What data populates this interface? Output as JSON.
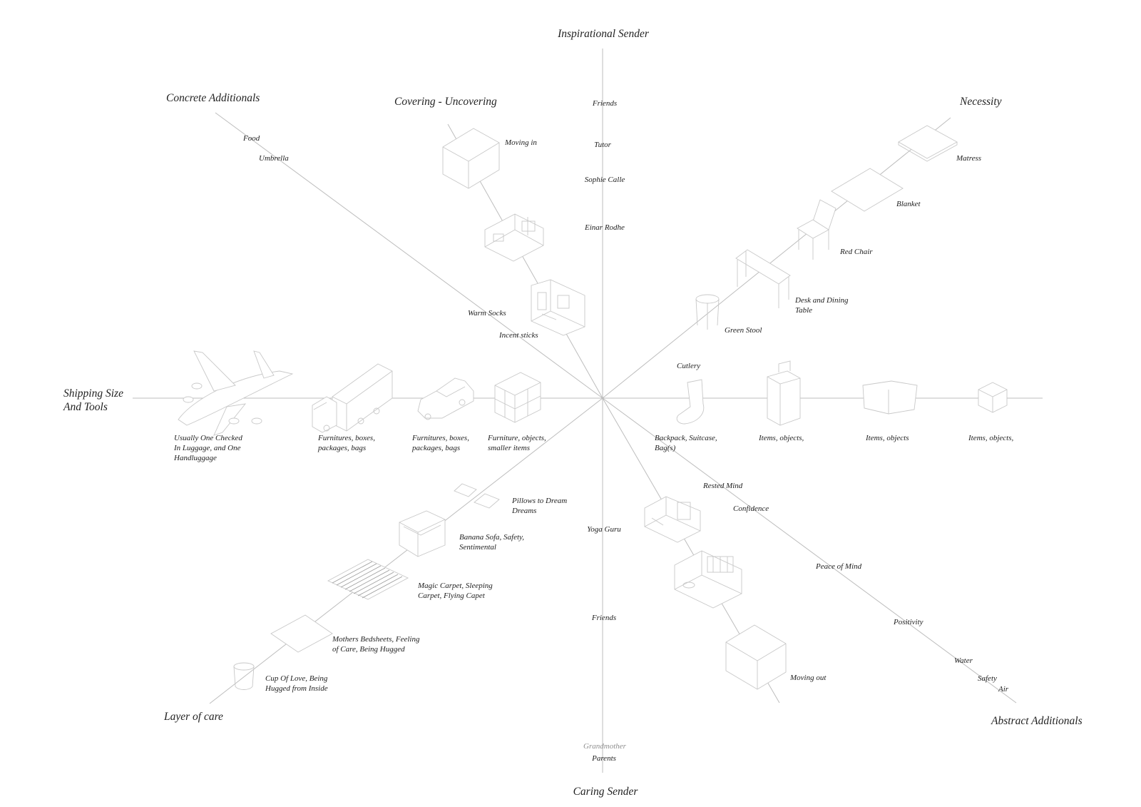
{
  "axes": {
    "inspirational_sender": {
      "title": "Inspirational Sender",
      "items": [
        "Friends",
        "Tutor",
        "Sophie Calle",
        "Einar Rodhe"
      ]
    },
    "caring_sender": {
      "title": "Caring Sender",
      "items": [
        "Yoga Guru",
        "Friends",
        "Grandmother",
        "Parents"
      ]
    },
    "concrete_additionals": {
      "title": "Concrete Additionals",
      "items": [
        "Food",
        "Umbrella",
        "Warm Socks",
        "Incent sticks"
      ]
    },
    "covering_uncovering": {
      "title": "Covering - Uncovering",
      "items": [
        "Moving in"
      ]
    },
    "necessity": {
      "title": "Necessity",
      "items": [
        "Matress",
        "Blanket",
        "Red Chair",
        "Desk and Dining",
        "Table",
        "Green Stool",
        "Cutlery"
      ]
    },
    "shipping_size": {
      "title_line1": "Shipping Size",
      "title_line2": "And Tools",
      "items": [
        [
          "Usually One Checked",
          "In Luggage, and One",
          "Handluggage"
        ],
        [
          "Furnitures, boxes,",
          "packages, bags"
        ],
        [
          "Furnitures, boxes,",
          "packages, bags"
        ],
        [
          "Furniture, objects,",
          "smaller items"
        ],
        [
          "Backpack, Suitcase,",
          "Bag(s)"
        ],
        [
          "Items, objects,"
        ],
        [
          "Items, objects"
        ],
        [
          "Items, objects,"
        ]
      ]
    },
    "abstract_additionals": {
      "title": "Abstract Additionals",
      "items": [
        "Rested Mind",
        "Confidence",
        "Peace of Mind",
        "Positivity",
        "Water",
        "Safety",
        "Air"
      ]
    },
    "moving_out": {
      "items": [
        "Moving out"
      ]
    },
    "layer_of_care": {
      "title": "Layer of care",
      "items": [
        [
          "Pillows to Dream",
          "Dreams"
        ],
        [
          "Banana Sofa, Safety,",
          "Sentimental"
        ],
        [
          "Magic Carpet, Sleeping",
          "Carpet, Flying Capet"
        ],
        [
          "Mothers Bedsheets, Feeling",
          "of Care, Being Hugged"
        ],
        [
          "Cup Of Love, Being",
          "Hugged from Inside"
        ]
      ]
    }
  }
}
